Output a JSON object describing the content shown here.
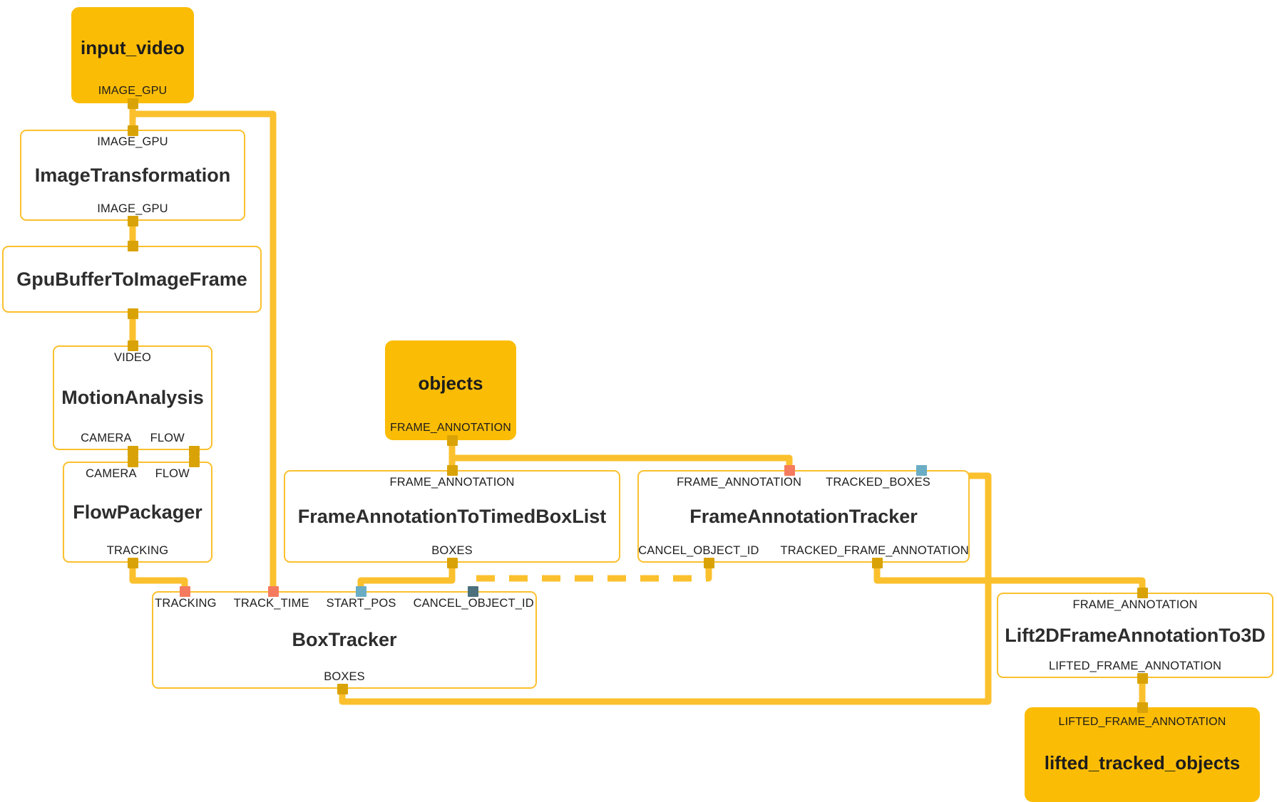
{
  "graph": {
    "type": "mediapipe-calculator-graph",
    "background_color": "#ffffff",
    "wire_color": "#fbc02d",
    "stream_node_color": "#fbbc06",
    "calculator_border_color": "#fbc02d",
    "pad_colors": {
      "gold": "#d9a307",
      "salmon": "#f47b5e",
      "blue": "#6aadc4",
      "teal": "#4c707c"
    },
    "nodes": [
      {
        "id": "input_video",
        "kind": "stream",
        "title": "input_video",
        "inputs": [],
        "outputs": [
          "IMAGE_GPU"
        ]
      },
      {
        "id": "image_transformation",
        "kind": "calculator",
        "title": "ImageTransformation",
        "inputs": [
          "IMAGE_GPU"
        ],
        "outputs": [
          "IMAGE_GPU"
        ]
      },
      {
        "id": "gpu_buffer_to_image_frame",
        "kind": "calculator",
        "title": "GpuBufferToImageFrame",
        "inputs": [],
        "outputs": []
      },
      {
        "id": "motion_analysis",
        "kind": "calculator",
        "title": "MotionAnalysis",
        "inputs": [
          "VIDEO"
        ],
        "outputs": [
          "CAMERA",
          "FLOW"
        ]
      },
      {
        "id": "flow_packager",
        "kind": "calculator",
        "title": "FlowPackager",
        "inputs": [
          "CAMERA",
          "FLOW"
        ],
        "outputs": [
          "TRACKING"
        ]
      },
      {
        "id": "objects",
        "kind": "stream",
        "title": "objects",
        "inputs": [],
        "outputs": [
          "FRAME_ANNOTATION"
        ]
      },
      {
        "id": "frame_annotation_to_timed_box_list",
        "kind": "calculator",
        "title": "FrameAnnotationToTimedBoxList",
        "inputs": [
          "FRAME_ANNOTATION"
        ],
        "outputs": [
          "BOXES"
        ]
      },
      {
        "id": "frame_annotation_tracker",
        "kind": "calculator",
        "title": "FrameAnnotationTracker",
        "inputs": [
          "FRAME_ANNOTATION",
          "TRACKED_BOXES"
        ],
        "outputs": [
          "CANCEL_OBJECT_ID",
          "TRACKED_FRAME_ANNOTATION"
        ]
      },
      {
        "id": "box_tracker",
        "kind": "calculator",
        "title": "BoxTracker",
        "inputs": [
          "TRACKING",
          "TRACK_TIME",
          "START_POS",
          "CANCEL_OBJECT_ID"
        ],
        "outputs": [
          "BOXES"
        ]
      },
      {
        "id": "lift_2d_frame_annotation_to_3d",
        "kind": "calculator",
        "title": "Lift2DFrameAnnotationTo3D",
        "inputs": [
          "FRAME_ANNOTATION"
        ],
        "outputs": [
          "LIFTED_FRAME_ANNOTATION"
        ]
      },
      {
        "id": "lifted_tracked_objects",
        "kind": "stream",
        "title": "lifted_tracked_objects",
        "inputs": [
          "LIFTED_FRAME_ANNOTATION"
        ],
        "outputs": []
      }
    ],
    "edges": [
      {
        "from": "input_video.IMAGE_GPU",
        "to": "image_transformation.IMAGE_GPU",
        "style": "solid"
      },
      {
        "from": "input_video.IMAGE_GPU",
        "to": "box_tracker.TRACK_TIME",
        "style": "solid"
      },
      {
        "from": "image_transformation.IMAGE_GPU",
        "to": "gpu_buffer_to_image_frame",
        "style": "solid"
      },
      {
        "from": "gpu_buffer_to_image_frame",
        "to": "motion_analysis.VIDEO",
        "style": "solid"
      },
      {
        "from": "motion_analysis.CAMERA",
        "to": "flow_packager.CAMERA",
        "style": "solid"
      },
      {
        "from": "motion_analysis.FLOW",
        "to": "flow_packager.FLOW",
        "style": "solid"
      },
      {
        "from": "flow_packager.TRACKING",
        "to": "box_tracker.TRACKING",
        "style": "solid"
      },
      {
        "from": "objects.FRAME_ANNOTATION",
        "to": "frame_annotation_to_timed_box_list.FRAME_ANNOTATION",
        "style": "solid"
      },
      {
        "from": "objects.FRAME_ANNOTATION",
        "to": "frame_annotation_tracker.FRAME_ANNOTATION",
        "style": "solid"
      },
      {
        "from": "frame_annotation_to_timed_box_list.BOXES",
        "to": "box_tracker.START_POS",
        "style": "solid"
      },
      {
        "from": "frame_annotation_tracker.CANCEL_OBJECT_ID",
        "to": "box_tracker.CANCEL_OBJECT_ID",
        "style": "dashed"
      },
      {
        "from": "box_tracker.BOXES",
        "to": "frame_annotation_tracker.TRACKED_BOXES",
        "style": "solid"
      },
      {
        "from": "frame_annotation_tracker.TRACKED_FRAME_ANNOTATION",
        "to": "lift_2d_frame_annotation_to_3d.FRAME_ANNOTATION",
        "style": "solid"
      },
      {
        "from": "lift_2d_frame_annotation_to_3d.LIFTED_FRAME_ANNOTATION",
        "to": "lifted_tracked_objects.LIFTED_FRAME_ANNOTATION",
        "style": "solid"
      }
    ]
  },
  "labels": {
    "input_video": "input_video",
    "image_transformation": "ImageTransformation",
    "gpu_buffer_to_image_frame": "GpuBufferToImageFrame",
    "motion_analysis": "MotionAnalysis",
    "flow_packager": "FlowPackager",
    "objects": "objects",
    "frame_annotation_to_timed_box_list": "FrameAnnotationToTimedBoxList",
    "frame_annotation_tracker": "FrameAnnotationTracker",
    "box_tracker": "BoxTracker",
    "lift_2d": "Lift2DFrameAnnotationTo3D",
    "lifted_tracked_objects": "lifted_tracked_objects",
    "ports": {
      "image_gpu": "IMAGE_GPU",
      "video": "VIDEO",
      "camera": "CAMERA",
      "flow": "FLOW",
      "tracking": "TRACKING",
      "track_time": "TRACK_TIME",
      "start_pos": "START_POS",
      "cancel_object_id": "CANCEL_OBJECT_ID",
      "boxes": "BOXES",
      "frame_annotation": "FRAME_ANNOTATION",
      "tracked_boxes": "TRACKED_BOXES",
      "tracked_frame_annotation": "TRACKED_FRAME_ANNOTATION",
      "lifted_frame_annotation": "LIFTED_FRAME_ANNOTATION"
    }
  }
}
